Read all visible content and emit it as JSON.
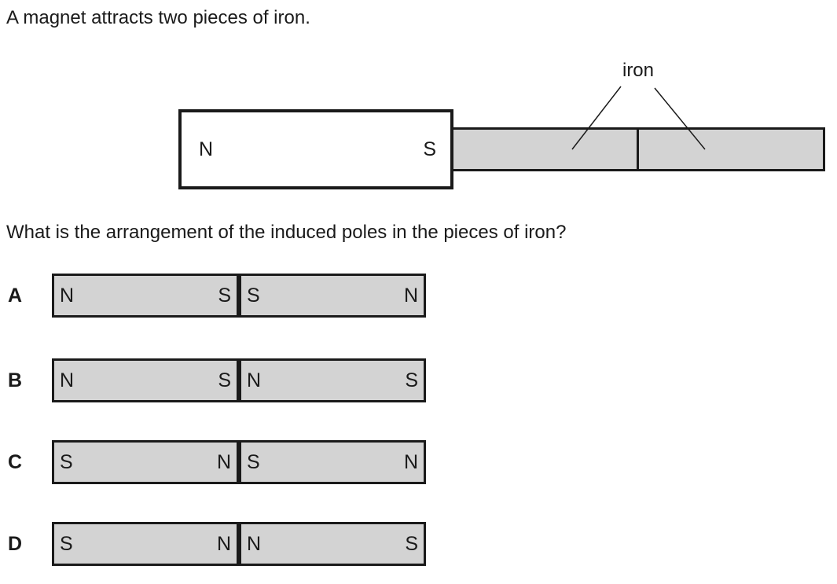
{
  "page": {
    "intro": "A magnet attracts two pieces of iron.",
    "question": "What is the arrangement of the induced poles in the pieces of iron?"
  },
  "diagram": {
    "iron_label": "iron",
    "magnet": {
      "left_pole": "N",
      "right_pole": "S"
    },
    "iron_pieces_count": 2
  },
  "colors": {
    "ink": "#1a1a1a",
    "iron_fill": "#d3d3d3",
    "magnet_fill": "#ffffff"
  },
  "options": [
    {
      "letter": "A",
      "bars": [
        {
          "left": "N",
          "right": "S"
        },
        {
          "left": "S",
          "right": "N"
        }
      ]
    },
    {
      "letter": "B",
      "bars": [
        {
          "left": "N",
          "right": "S"
        },
        {
          "left": "N",
          "right": "S"
        }
      ]
    },
    {
      "letter": "C",
      "bars": [
        {
          "left": "S",
          "right": "N"
        },
        {
          "left": "S",
          "right": "N"
        }
      ]
    },
    {
      "letter": "D",
      "bars": [
        {
          "left": "S",
          "right": "N"
        },
        {
          "left": "N",
          "right": "S"
        }
      ]
    }
  ]
}
